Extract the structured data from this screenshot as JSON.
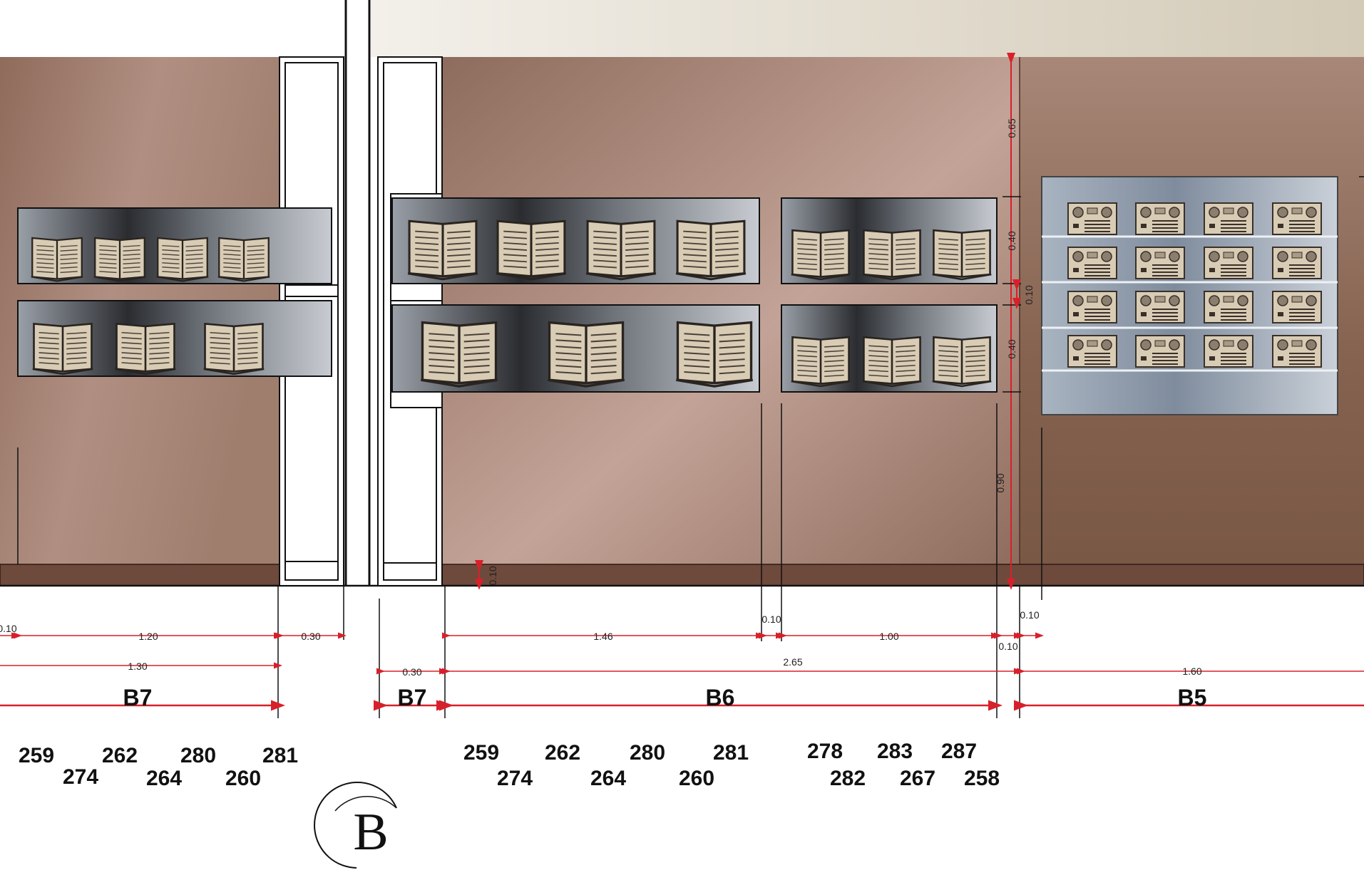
{
  "colors": {
    "wall": "#a07e6e",
    "wall_light": "#c3a397",
    "base": "#6e4a3c",
    "dim_line": "#d8202a",
    "book": "#d9ccb5",
    "device": "#d9ccb5"
  },
  "icons": {
    "book": "open-book-icon",
    "device": "audio-player-icon"
  },
  "dimensions": {
    "b7_left_010": "0.10",
    "b7_120": "1.20",
    "b7_030": "0.30",
    "b7_130": "1.30",
    "b7_mid_030": "0.30",
    "b6_146": "1.46",
    "b6_010_a": "0.10",
    "b6_100": "1.00",
    "b6_010_b": "0.10",
    "b6_010_c": "0.10",
    "b6_265": "2.65",
    "b5_160": "1.60",
    "v_065": "0.65",
    "v_040_a": "0.40",
    "v_010": "0.10",
    "v_040_b": "0.40",
    "v_090": "0.90",
    "v_base_010": "0.10"
  },
  "zones": {
    "b7_left": "B7",
    "b7_mid": "B7",
    "b6": "B6",
    "b5": "B5"
  },
  "codes": {
    "left": [
      "259",
      "274",
      "262",
      "264",
      "280",
      "260",
      "281"
    ],
    "middle": [
      "259",
      "274",
      "262",
      "264",
      "280",
      "260",
      "281"
    ],
    "right": [
      "278",
      "282",
      "283",
      "267",
      "287",
      "258"
    ]
  },
  "section_mark": "B"
}
